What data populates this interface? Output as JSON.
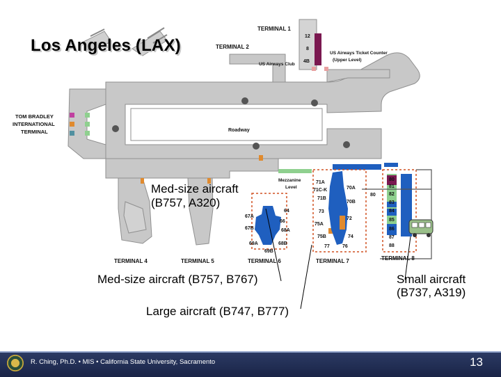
{
  "title": "Los Angeles (LAX)",
  "terminals": {
    "t1": "TERMINAL 1",
    "t2": "TERMINAL 2",
    "t4": "TERMINAL 4",
    "t5": "TERMINAL 5",
    "t6": "TERMINAL 6",
    "t7": "TERMINAL 7",
    "t8": "TERMINAL 8",
    "tbit": [
      "TOM BRADLEY",
      "INTERNATIONAL",
      "TERMINAL"
    ]
  },
  "map_labels": {
    "us_airways_club": "US Airways Club",
    "ticket_counter": [
      "US Airways Ticket Counter",
      "(Upper Level)"
    ],
    "roadway": "Roadway",
    "mezzanine": [
      "Mezzanine",
      "Level"
    ]
  },
  "gates": {
    "t1": [
      "12",
      "8",
      "4B"
    ],
    "t6": [
      "64",
      "66",
      "67A",
      "67B",
      "68A",
      "69A",
      "68B",
      "69B"
    ],
    "t7": [
      "71A",
      "71C-K",
      "71B",
      "73",
      "75A",
      "75B",
      "77",
      "76",
      "74",
      "72",
      "70A",
      "70B"
    ],
    "t8": [
      "80",
      "80",
      "81",
      "82",
      "83",
      "84",
      "85",
      "86",
      "87",
      "88"
    ]
  },
  "callouts": {
    "med_t6": [
      "Med-size aircraft",
      "(B757, A320)"
    ],
    "med_t7": "Med-size aircraft (B757, B767)",
    "large_t7": "Large aircraft (B747, B777)",
    "small_t8": [
      "Small aircraft",
      "(B737, A319)"
    ]
  },
  "footer": {
    "text": "R. Ching, Ph.D. • MIS • California State University, Sacramento",
    "page": "13"
  },
  "colors": {
    "ground": "#c9c9c9",
    "ground_edge": "#9a9a9a",
    "terminal_fill": "#b9b9b9",
    "gate_blue": "#1f5fbf",
    "gate_orange": "#e08a2e",
    "gate_green": "#8fd08f",
    "gate_purple": "#7a1850",
    "callout_border": "#d05020",
    "footer_bg": "#1f2a4f"
  }
}
